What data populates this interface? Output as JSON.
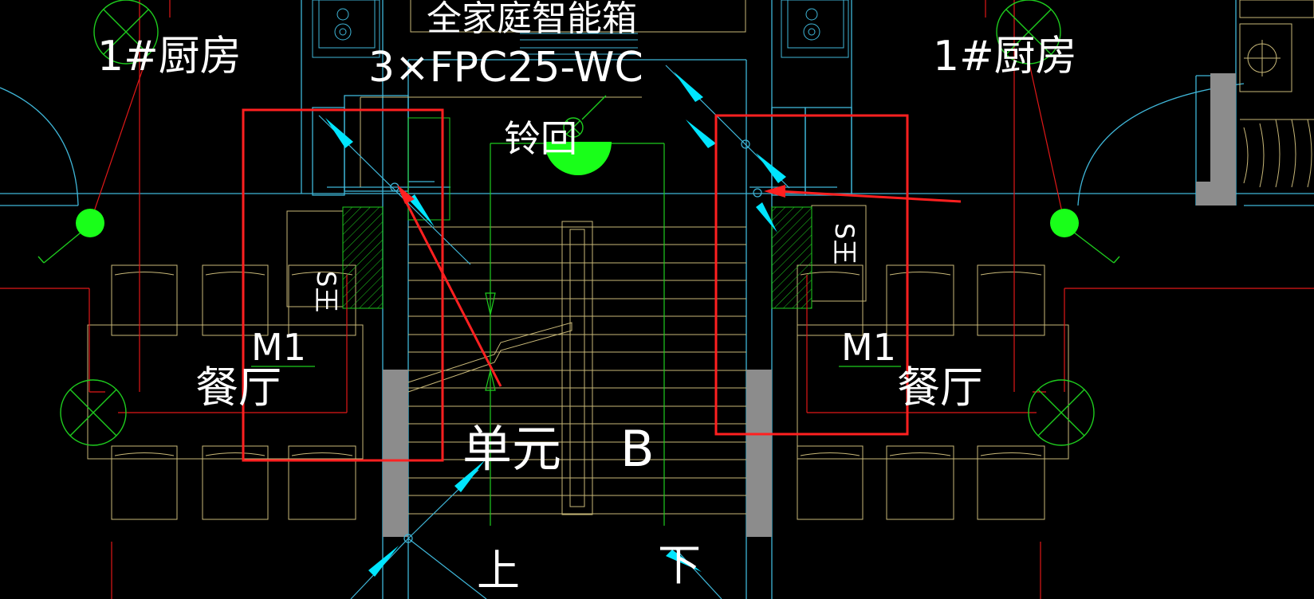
{
  "drawing": {
    "labels": {
      "kitchen_left": "1#厨房",
      "kitchen_right": "1#厨房",
      "smart_box": "全家庭智能箱",
      "conduit": "3×FPC25-WC",
      "bell": "铃回",
      "door_left": "M1",
      "door_right": "M1",
      "dining_left": "餐厅",
      "dining_right": "餐厅",
      "unit": "单元",
      "unit_letter": "B",
      "stair_up": "上",
      "stair_down": "下",
      "meter_left": "S王",
      "meter_right": "S王"
    },
    "colors": {
      "background": "#000000",
      "wall_cyan": "#3fb6d8",
      "fixture_green": "#19ff19",
      "light_green": "#1ecc1e",
      "wiring_red": "#e01818",
      "furniture_yellow": "#c8b878",
      "highlight_red": "#ff2020",
      "marker_cyan": "#00e5ff",
      "column_gray": "#8c8c8c",
      "text_white": "#ffffff"
    },
    "icons": [
      "ceiling-light-icon",
      "wall-lamp-icon",
      "detector-icon",
      "junction-box-icon",
      "leader-arrow-icon"
    ]
  }
}
